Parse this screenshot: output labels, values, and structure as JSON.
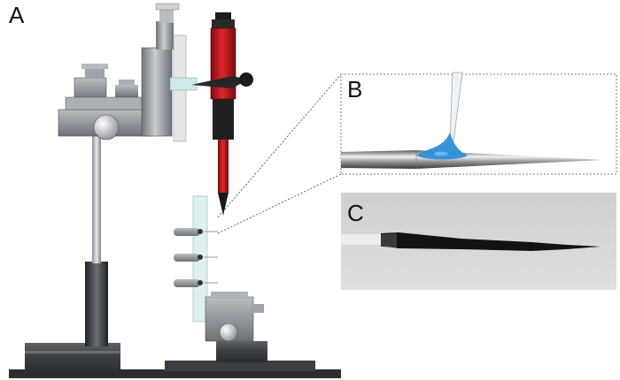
{
  "panels": {
    "a": {
      "label": "A"
    },
    "b": {
      "label": "B"
    },
    "c": {
      "label": "C"
    }
  },
  "colors": {
    "metal": "#8e9499",
    "metal_dark": "#5a6066",
    "post_dark": "#2e3135",
    "pipette_red": "#c4161c",
    "pipette_black": "#1a1a1a",
    "droplet_blue": "#2a8fd6",
    "glass": "#d8ecee",
    "photo_bg": "#d6d6d6"
  },
  "icons": {
    "stand": "microscope-stand-icon",
    "pipette": "micropipette-icon",
    "manipulator": "micromanipulator-icon"
  }
}
